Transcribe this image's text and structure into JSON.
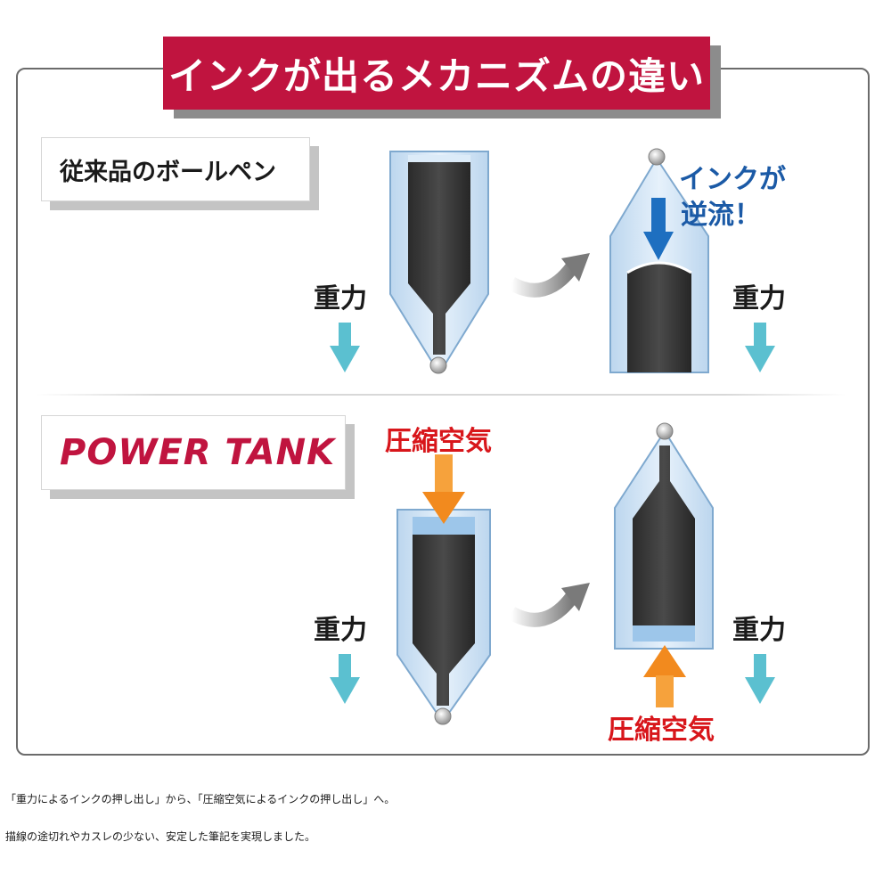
{
  "title": "インクが出るメカニズムの違い",
  "conventional": {
    "label": "従来品のボールペン",
    "gravity_left": "重力",
    "gravity_right": "重力",
    "backflow_line1": "インクが",
    "backflow_line2": "逆流！"
  },
  "power_tank": {
    "label": "POWER TANK",
    "gravity_left": "重力",
    "gravity_right": "重力",
    "air_top": "圧縮空気",
    "air_bottom": "圧縮空気"
  },
  "footer": {
    "line1": "「重力によるインクの押し出し」から、「圧縮空気によるインクの押し出し」へ。",
    "line2": "描線の途切れやカスレの少ない、安定した筆記を実現しました。"
  },
  "colors": {
    "brand_red": "#c0143f",
    "ink": "#2a2a2a",
    "barrel": "#cfe3f5",
    "gravity_arrow": "#5bc0d0",
    "air_arrow": "#f28a1e",
    "backflow_arrow": "#1e6fc0"
  }
}
